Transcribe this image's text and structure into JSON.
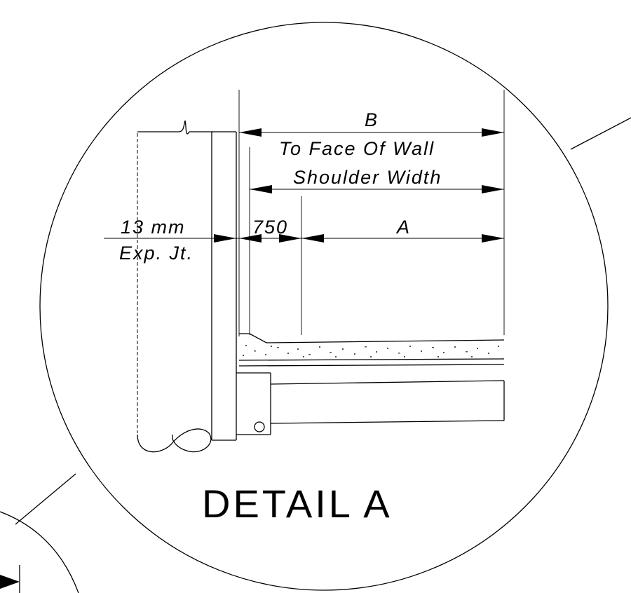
{
  "labels": {
    "dim_b": "B",
    "to_face_of_wall": "To Face Of Wall",
    "shoulder_width": "Shoulder Width",
    "exp_joint_size": "13 mm",
    "exp_joint_label": "Exp. Jt.",
    "dim_750": "750",
    "dim_a": "A",
    "title": "DETAIL A"
  }
}
